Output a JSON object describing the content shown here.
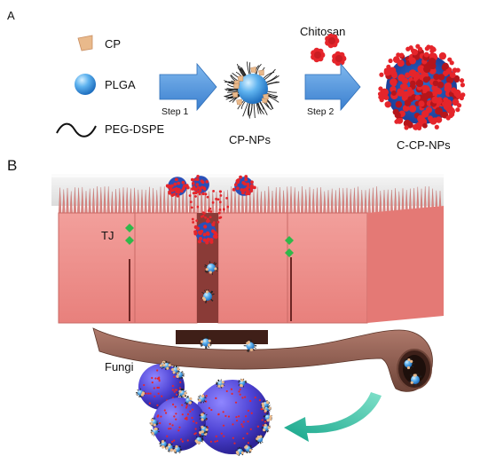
{
  "panel_a": {
    "letter": "A",
    "legend": {
      "cp": "CP",
      "plga": "PLGA",
      "peg": "PEG-DSPE"
    },
    "step1": "Step 1",
    "step2": "Step 2",
    "chitosan": "Chitosan",
    "product1": "CP-NPs",
    "product2": "C-CP-NPs"
  },
  "panel_b": {
    "letter": "B",
    "tj": "TJ",
    "fungi": "Fungi"
  },
  "colors": {
    "arrow_blue": "#4a90d9",
    "cell_pink": "#ef8f8c",
    "chitosan_red": "#e5252b",
    "plga_blue": "#3a8fd8",
    "cp_tan": "#e9b98b",
    "vessel_brown": "#8a5a4e",
    "curved_arrow_teal": "#2fb39a",
    "fungi_purple": "#5a4fd8"
  }
}
